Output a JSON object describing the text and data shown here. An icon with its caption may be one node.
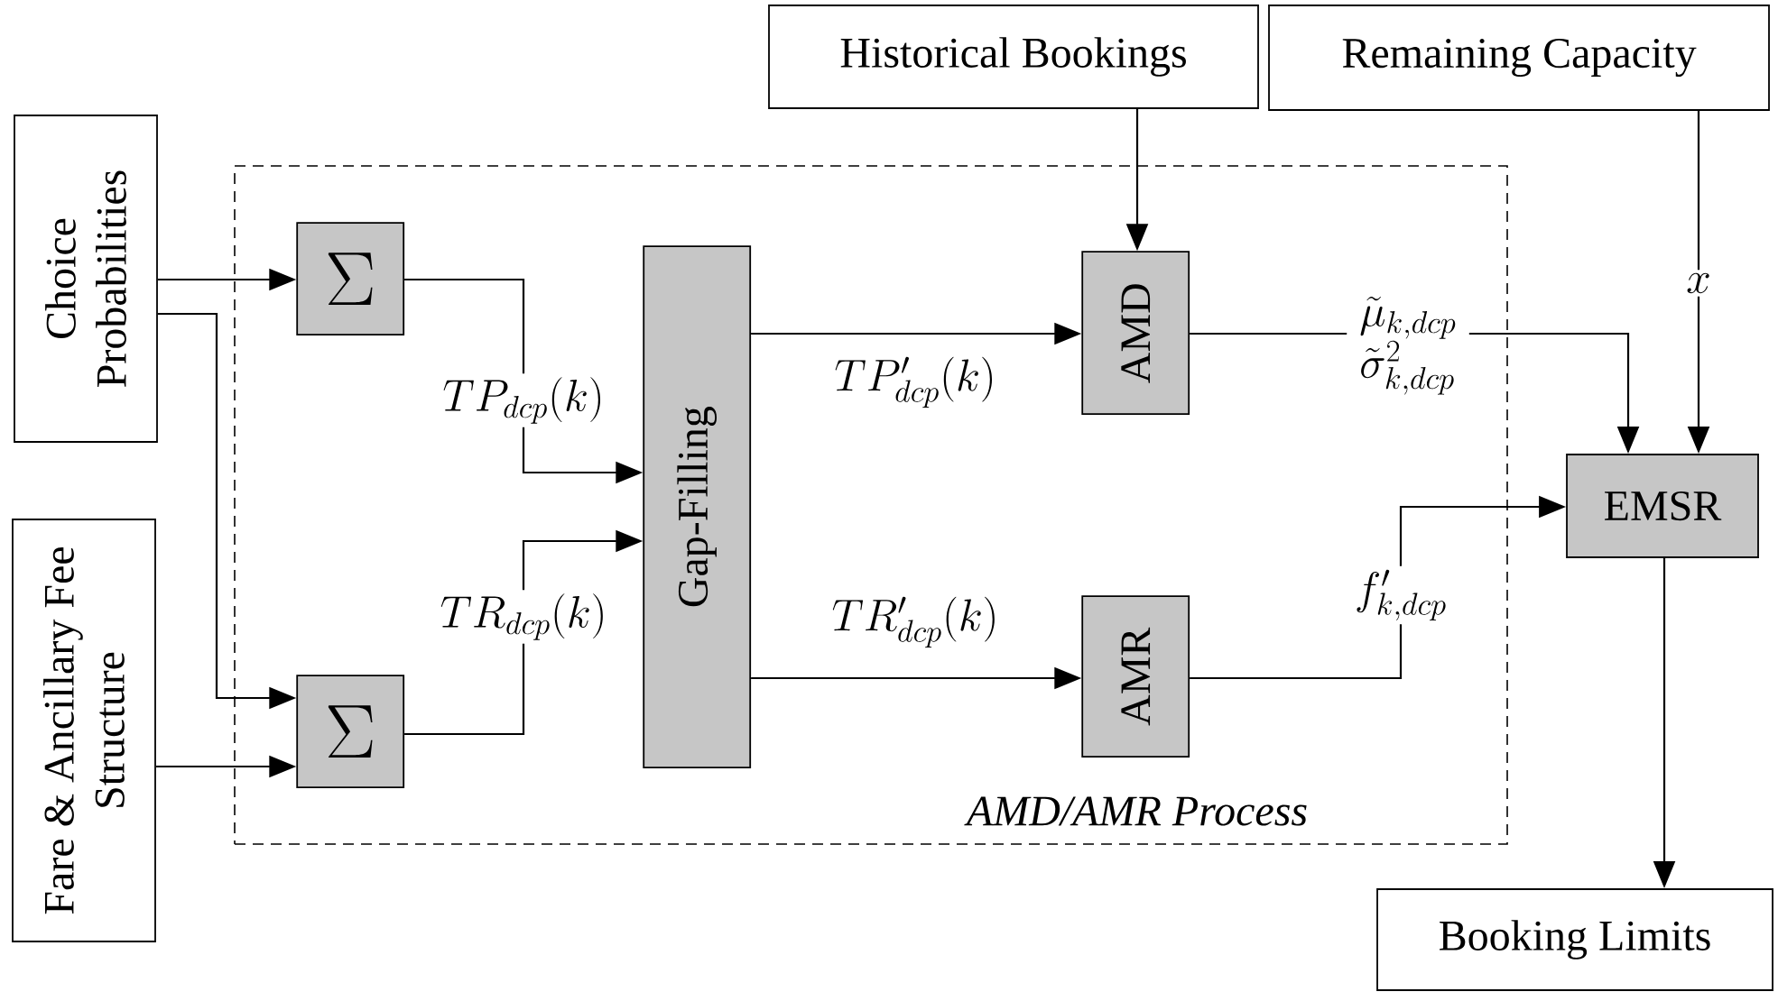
{
  "diagram": {
    "nodes": [
      {
        "text": [
          "AMD/AMR Process"
        ]
      },
      {
        "text": [
          "Choice Probabilities"
        ]
      },
      {
        "text": [
          "Fare & Ancillary Fee Structure"
        ]
      },
      {
        "text": [
          "\\Sigma"
        ],
        "in": 0
      },
      {
        "text": [
          "\\Sigma"
        ],
        "in": 0
      },
      {
        "text": [
          "Gap-Filling"
        ],
        "in": 0
      },
      {
        "text": [
          "AMD"
        ],
        "in": 0
      },
      {
        "text": [
          "AMR"
        ],
        "in": 0
      },
      {
        "text": [
          "Historical Bookings"
        ]
      },
      {
        "text": [
          "Remaining Capacity"
        ]
      },
      {
        "text": [
          "EMSR"
        ]
      },
      {
        "text": [
          "Booking Limits"
        ]
      }
    ],
    "edges": [
      {
        "from": 1,
        "to": 3,
        "arrow": "to"
      },
      {
        "from": 1,
        "to": 4,
        "arrow": "to"
      },
      {
        "from": 2,
        "to": 4,
        "arrow": "to"
      },
      {
        "from": 3,
        "to": 5,
        "arrow": "to",
        "label": "TP_{dcp}(k)"
      },
      {
        "from": 4,
        "to": 5,
        "arrow": "to",
        "label": "TR_{dcp}(k)"
      },
      {
        "from": 5,
        "to": 6,
        "arrow": "to",
        "label": "TP'_{dcp}(k)"
      },
      {
        "from": 5,
        "to": 7,
        "arrow": "to",
        "label": "TR'_{dcp}(k)"
      },
      {
        "from": 8,
        "to": 6,
        "arrow": "to"
      },
      {
        "from": 9,
        "to": 10,
        "arrow": "to",
        "label": "x"
      },
      {
        "from": 6,
        "to": 10,
        "arrow": "to",
        "label": "\\begin{array}{l}\\tilde{\\mu}_{k,dcp}\\\\ \\tilde{\\sigma}^2_{k,dcp}\\end{array}"
      },
      {
        "from": 7,
        "to": 10,
        "arrow": "to",
        "label": "f'_{k,dcp}"
      },
      {
        "from": 10,
        "to": 11,
        "arrow": "to"
      }
    ]
  }
}
